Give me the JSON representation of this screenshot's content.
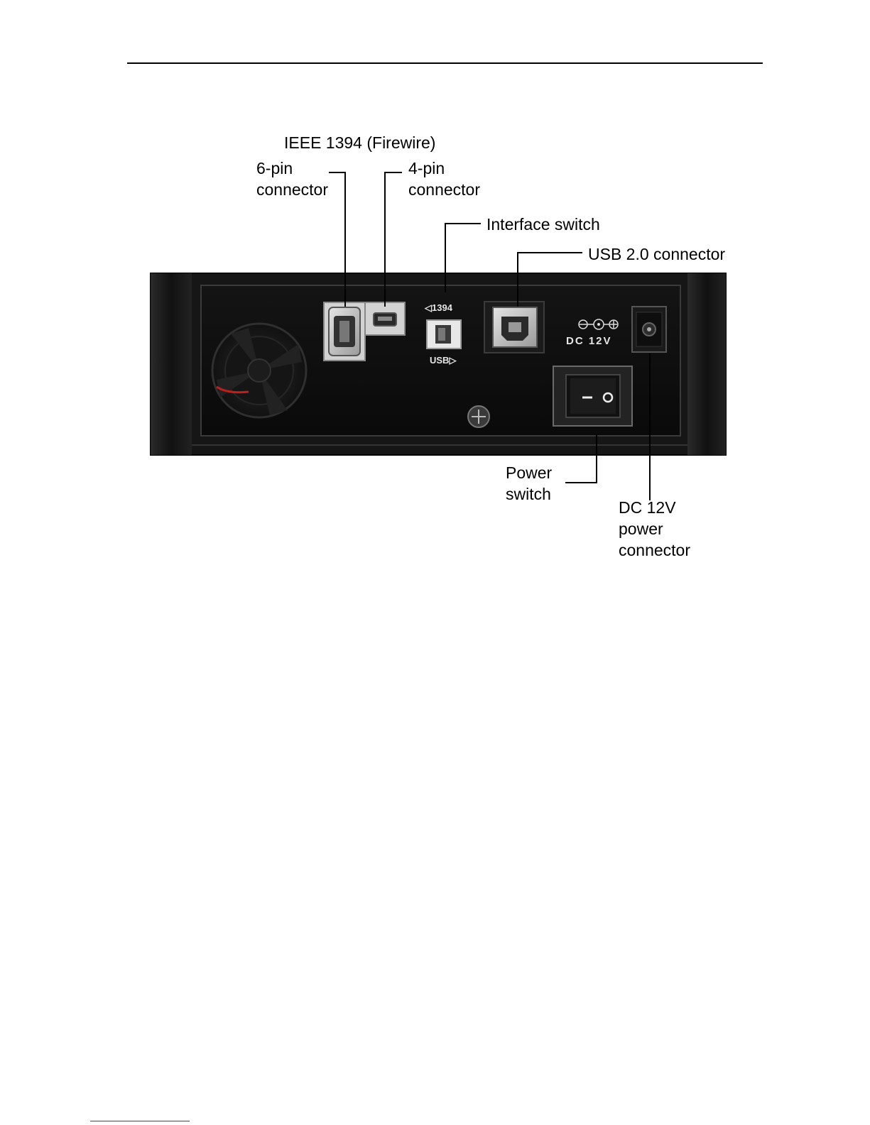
{
  "labels": {
    "firewire_group": "IEEE 1394 (Firewire)",
    "six_pin_line1": "6-pin",
    "six_pin_line2": "connector",
    "four_pin_line1": "4-pin",
    "four_pin_line2": "connector",
    "interface_switch": "Interface switch",
    "usb_connector": "USB 2.0 connector",
    "power_switch_line1": "Power",
    "power_switch_line2": "switch",
    "dc_line1": "DC 12V",
    "dc_line2": "power",
    "dc_line3": "connector"
  },
  "panel_markings": {
    "firewire_mode": "◁1394",
    "usb_mode": "USB▷",
    "dc_rating": "DC 12V"
  },
  "colors": {
    "enclosure": "#161616",
    "panel": "#0c0c0c",
    "leader_line": "#000000",
    "fan_wire": "#c0201c"
  }
}
